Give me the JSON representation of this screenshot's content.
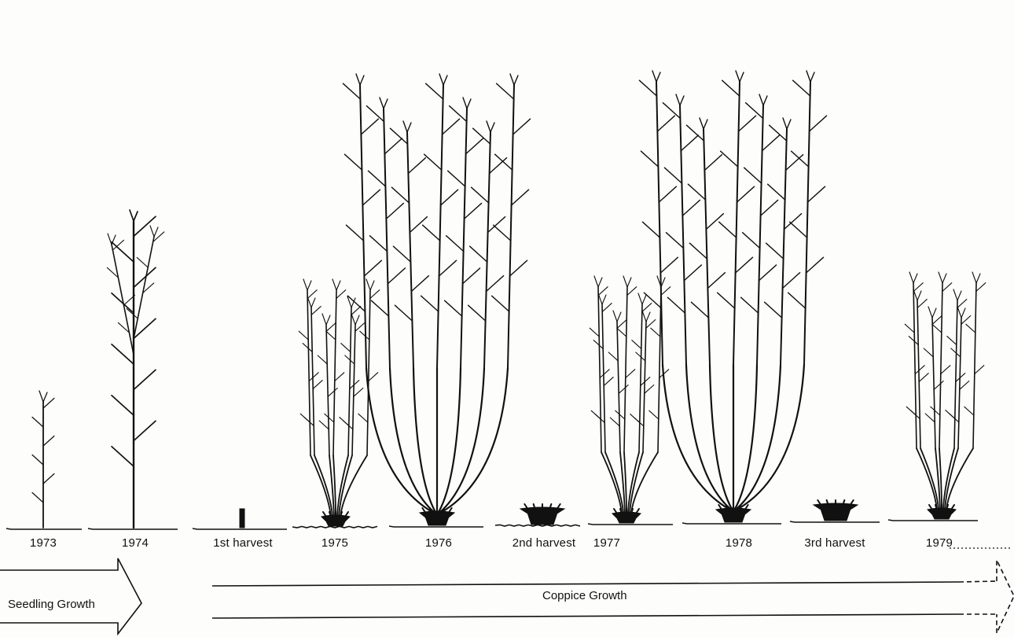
{
  "stages": [
    {
      "id": "1973",
      "label": "1973",
      "kind": "seedling-small"
    },
    {
      "id": "1974",
      "label": "1974",
      "kind": "seedling-large"
    },
    {
      "id": "harvest1",
      "label": "1st harvest",
      "kind": "cut-stem"
    },
    {
      "id": "1975",
      "label": "1975",
      "kind": "coppice-small"
    },
    {
      "id": "1976",
      "label": "1976",
      "kind": "coppice-tall"
    },
    {
      "id": "harvest2",
      "label": "2nd harvest",
      "kind": "stool"
    },
    {
      "id": "1977",
      "label": "1977",
      "kind": "coppice-small"
    },
    {
      "id": "1978",
      "label": "1978",
      "kind": "coppice-tall"
    },
    {
      "id": "harvest3",
      "label": "3rd harvest",
      "kind": "stool"
    },
    {
      "id": "1979",
      "label": "1979",
      "kind": "coppice-small"
    }
  ],
  "arrows": {
    "seedling": "Seedling Growth",
    "coppice": "Coppice Growth"
  },
  "colors": {
    "ink": "#111111",
    "paper": "#fdfdfb"
  }
}
